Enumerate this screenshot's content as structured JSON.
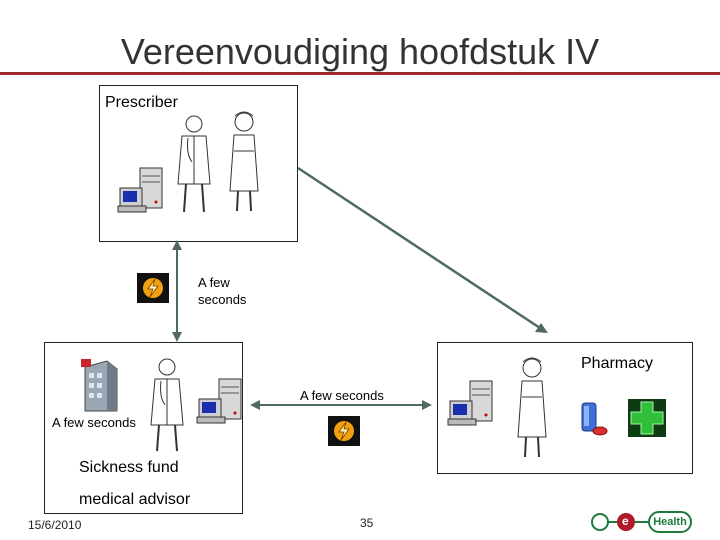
{
  "slide": {
    "title": "Vereenvoudiging hoofdstuk IV",
    "date": "15/6/2010",
    "page_number": "35"
  },
  "prescriber": {
    "label": "Prescriber"
  },
  "vertical_arrow": {
    "label_line1": "A few",
    "label_line2": "seconds"
  },
  "sickness_fund": {
    "label_line1": "Sickness fund",
    "label_line2": "medical advisor",
    "left_label": "A few seconds"
  },
  "horizontal_arrow": {
    "label": "A few seconds"
  },
  "pharmacy": {
    "label": "Pharmacy"
  },
  "logo": {
    "e_label": "e",
    "health_label": "Health"
  },
  "colors": {
    "accent": "#9e2a2b",
    "arrow": "#4f6b5f",
    "logo_green": "#1e7a3a"
  }
}
